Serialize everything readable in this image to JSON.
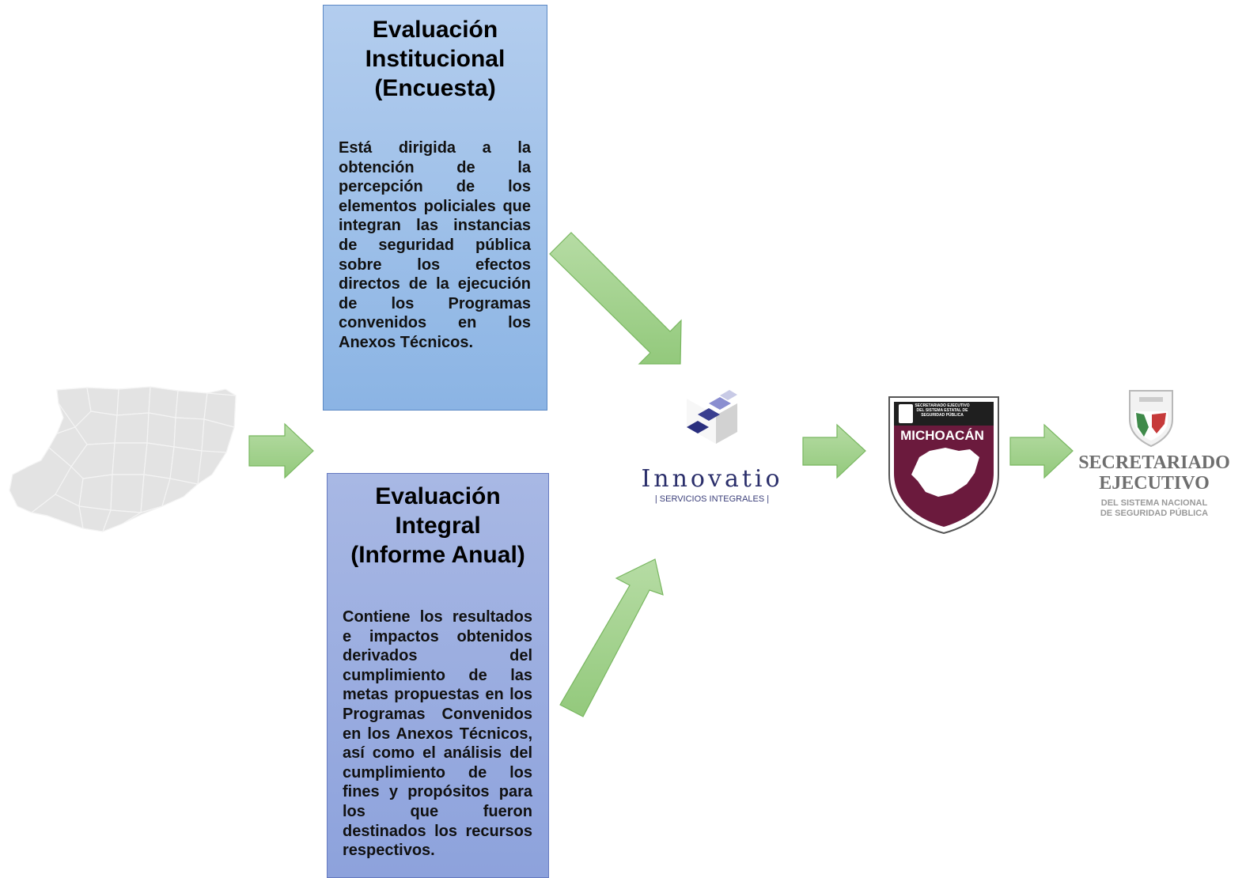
{
  "boxes": [
    {
      "title": "Evaluación\nInstitucional\n(Encuesta)",
      "text": "Está dirigida a la obtención de la percepción de los elementos policiales que integran las instancias de seguridad pública sobre los efectos directos de la ejecución de los Programas convenidos en los Anexos Técnicos."
    },
    {
      "title": "Evaluación\nIntegral\n(Informe Anual)",
      "text": "Contiene los resultados e impactos obtenidos derivados del cumplimiento de las metas propuestas en los Programas Convenidos en los Anexos Técnicos, así como el análisis del cumplimiento de los fines y propósitos para los que fueron destinados los recursos respectivos."
    }
  ],
  "logos": {
    "innovatio": {
      "name": "Innovatio",
      "tagline": "| SERVICIOS INTEGRALES |"
    },
    "michoacan": {
      "header": "SECRETARIADO EJECUTIVO DEL SISTEMA ESTATAL DE SEGURIDAD PÚBLICA",
      "state": "MICHOACÁN"
    },
    "sesnsp": {
      "title": "SECRETARIADO\nEJECUTIVO",
      "subtitle": "DEL SISTEMA NACIONAL\nDE SEGURIDAD PÚBLICA"
    }
  },
  "colors": {
    "arrow_fill": "#9fd08a",
    "arrow_stroke": "#6fae55",
    "box1_fill": "#a4c3ea",
    "box2_fill": "#9badde",
    "shield_fill": "#6b1a3d",
    "map_fill": "#e2e2e2"
  }
}
